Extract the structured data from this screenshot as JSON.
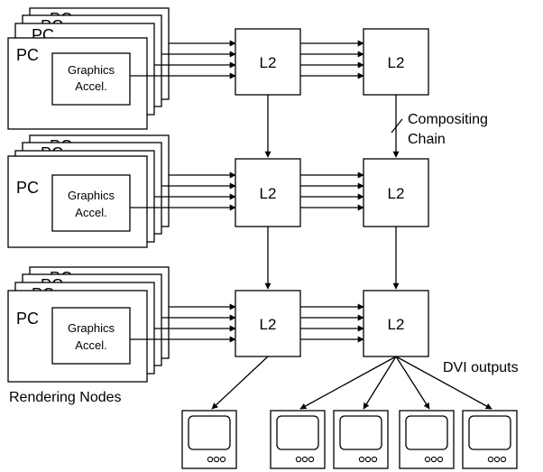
{
  "nodes": {
    "pc_label": "PC",
    "stack_label": "PC",
    "accel_line1": "Graphics",
    "accel_line2": "Accel.",
    "group_caption": "Rendering Nodes"
  },
  "switches": {
    "label": "L2"
  },
  "annotations": {
    "chain_line1": "Compositing",
    "chain_line2": "Chain",
    "dvi": "DVI outputs"
  },
  "colors": {
    "stroke": "#000000",
    "fill": "#ffffff"
  },
  "icons": {
    "monitor": "monitor-icon",
    "arrow": "arrow-head"
  }
}
